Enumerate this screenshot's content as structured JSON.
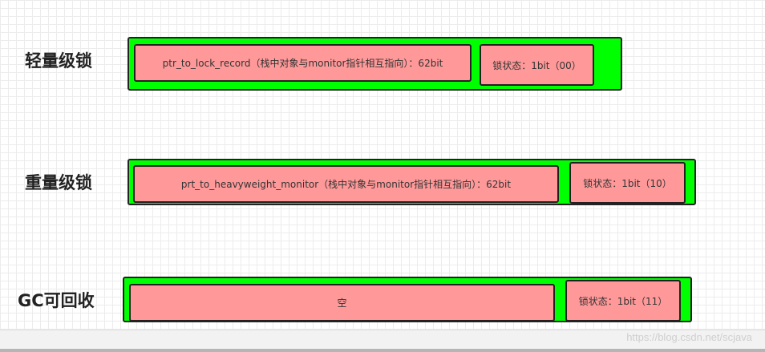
{
  "colors": {
    "outer_fill": "#00ff00",
    "field_fill": "#ff9999",
    "border": "#222222",
    "background": "#ffffff"
  },
  "rows": [
    {
      "label": "轻量级锁",
      "content": "ptr_to_lock_record（栈中对象与monitor指针相互指向）：62bit",
      "state": "锁状态：1bit（00）"
    },
    {
      "label": "重量级锁",
      "content": "prt_to_heavyweight_monitor（栈中对象与monitor指针相互指向）：62bit",
      "state": "锁状态：1bit（10）"
    },
    {
      "label": "GC可回收",
      "content": "空",
      "state": "锁状态：1bit（11）"
    }
  ],
  "watermark": "https://blog.csdn.net/scjava"
}
